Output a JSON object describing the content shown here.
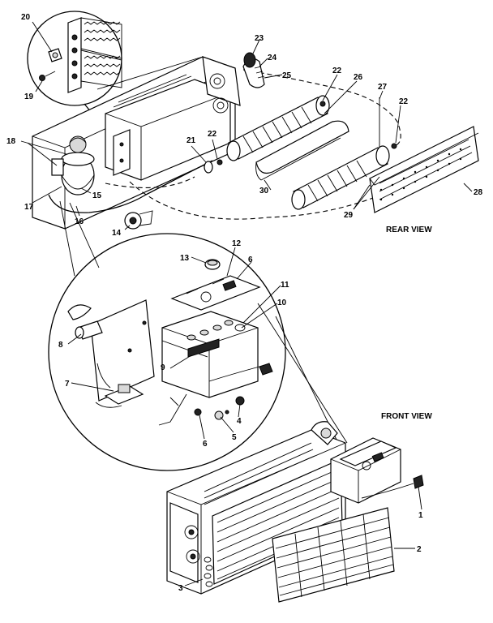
{
  "captions": {
    "rear_view": "REAR VIEW",
    "front_view": "FRONT VIEW"
  },
  "callouts": {
    "c1": "1",
    "c2": "2",
    "c3": "3",
    "c4": "4",
    "c5": "5",
    "c6a": "6",
    "c6b": "6",
    "c7": "7",
    "c8": "8",
    "c9": "9",
    "c10": "10",
    "c11": "11",
    "c12": "12",
    "c13": "13",
    "c14": "14",
    "c15": "15",
    "c16": "16",
    "c17": "17",
    "c18": "18",
    "c19": "19",
    "c20": "20",
    "c21": "21",
    "c22a": "22",
    "c22b": "22",
    "c22c": "22",
    "c23": "23",
    "c24": "24",
    "c25": "25",
    "c26": "26",
    "c27": "27",
    "c28": "28",
    "c29": "29",
    "c30": "30"
  }
}
